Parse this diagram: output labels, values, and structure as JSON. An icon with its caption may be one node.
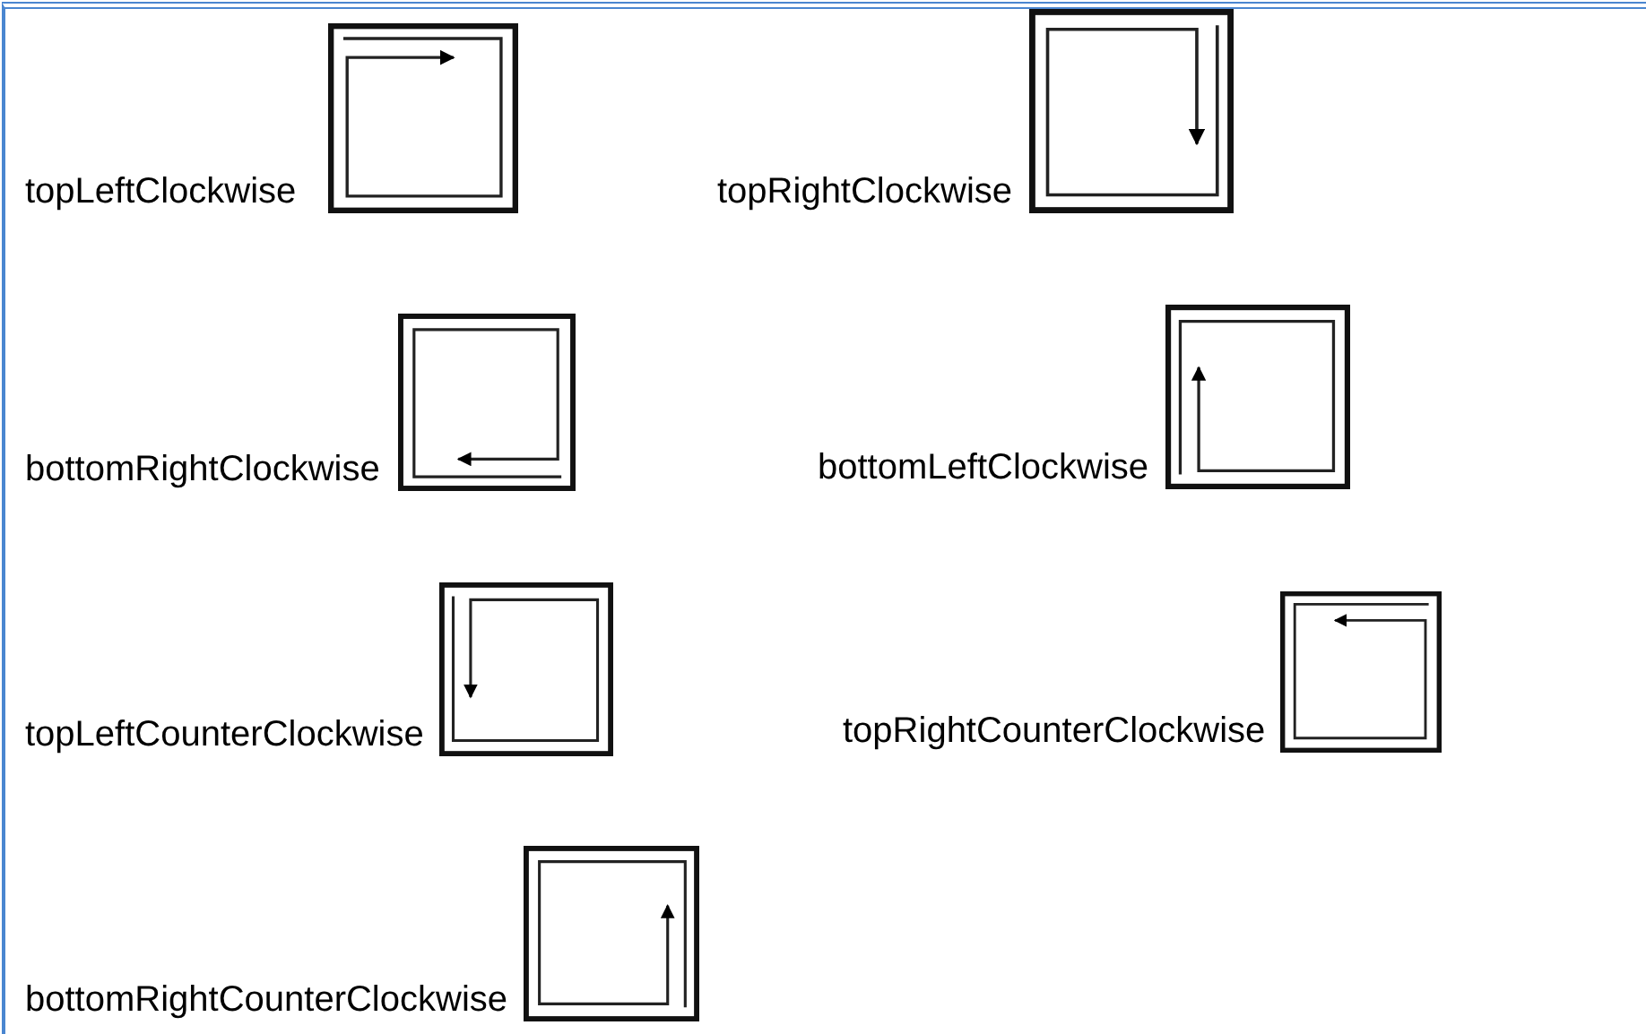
{
  "diagram": {
    "labels": [
      "topLeftClockwise",
      "topRightClockwise",
      "bottomRightClockwise",
      "bottomLeftClockwise",
      "topLeftCounterClockwise",
      "topRightCounterClockwise",
      "bottomRightCounterClockwise"
    ]
  }
}
